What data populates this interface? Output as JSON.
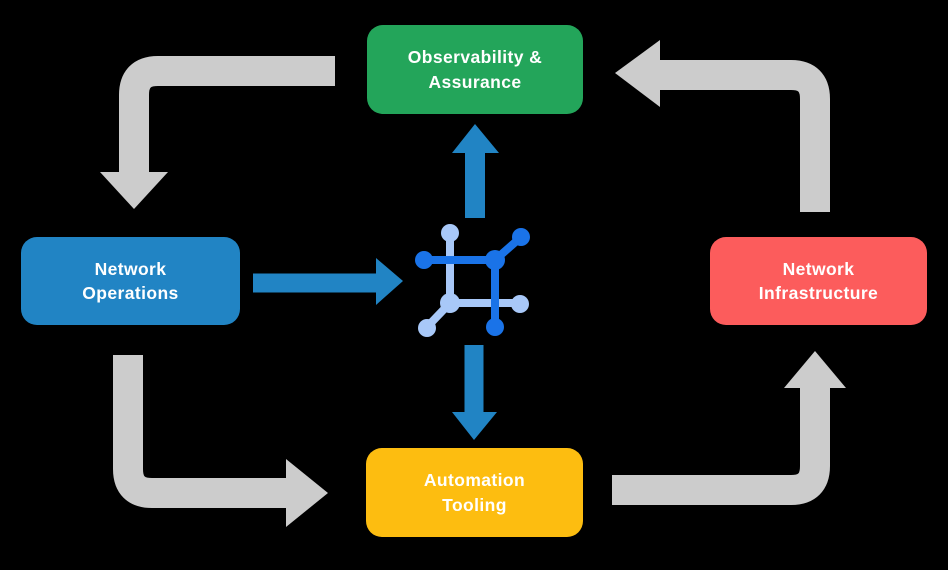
{
  "diagram": {
    "type": "cyclic flow diagram",
    "center_icon": "network-topology-icon"
  },
  "colors": {
    "background": "#000000",
    "text": "#ffffff"
  },
  "nodes": {
    "observability": {
      "label": "Observability &\nAssurance",
      "fill": "#23a55a"
    },
    "operations": {
      "label": "Network\nOperations",
      "fill": "#2184c4"
    },
    "infrastructure": {
      "label": "Network\nInfrastructure",
      "fill": "#fc5c5c"
    },
    "automation": {
      "label": "Automation\nTooling",
      "fill": "#fdbd10"
    }
  },
  "arrows": {
    "gray": "#cccccc",
    "blue": "#2184c4"
  },
  "icon": {
    "blue": "#1a73e8",
    "light_blue": "#a8c8f8"
  }
}
